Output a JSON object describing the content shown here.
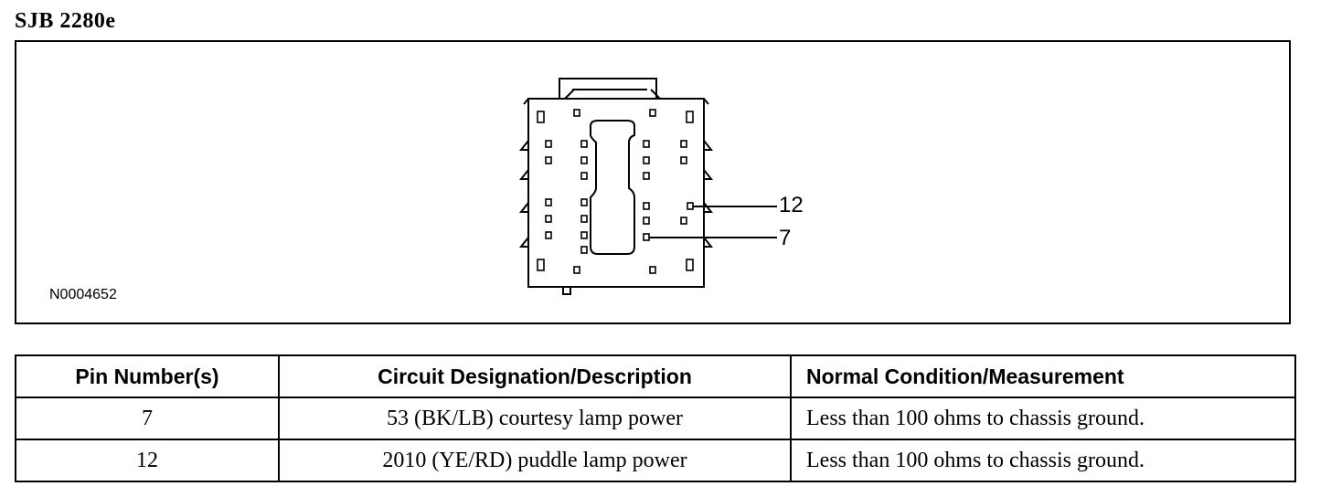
{
  "title": "SJB 2280e",
  "diagram": {
    "figure_id": "N0004652",
    "callouts": [
      "12",
      "7"
    ]
  },
  "table": {
    "headers": [
      "Pin Number(s)",
      "Circuit Designation/Description",
      "Normal Condition/Measurement"
    ],
    "rows": [
      [
        "7",
        "53 (BK/LB) courtesy lamp power",
        "Less than 100 ohms to chassis ground."
      ],
      [
        "12",
        "2010 (YE/RD) puddle lamp power",
        "Less than 100 ohms to chassis ground."
      ]
    ]
  }
}
